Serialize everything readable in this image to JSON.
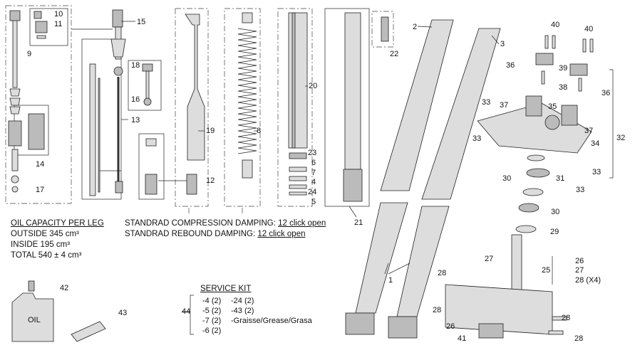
{
  "callouts": [
    "1",
    "2",
    "3",
    "4",
    "5",
    "6",
    "7",
    "8",
    "9",
    "10",
    "11",
    "12",
    "13",
    "14",
    "15",
    "16",
    "17",
    "18",
    "19",
    "20",
    "21",
    "22",
    "23",
    "24",
    "25",
    "26",
    "27",
    "28",
    "29",
    "30",
    "31",
    "32",
    "33",
    "34",
    "35",
    "36",
    "37",
    "38",
    "39",
    "40",
    "41",
    "42",
    "43",
    "44"
  ],
  "oil": {
    "title": "OIL CAPACITY PER LEG",
    "outside": "OUTSIDE 345 cm³",
    "inside": "INSIDE 195 cm³",
    "total": "TOTAL 540 ± 4 cm³"
  },
  "damping": {
    "compression_label": "STANDRAD COMPRESSION DAMPING:",
    "compression_value": "12 click open",
    "rebound_label": "STANDRAD REBOUND DAMPING:",
    "rebound_value": "12 click open"
  },
  "service_kit": {
    "title": "SERVICE KIT",
    "col1": [
      "-4 (2)",
      "-5 (2)",
      "-7 (2)",
      "-6 (2)"
    ],
    "col2": [
      "-24 (2)",
      "-43 (2)",
      "-Graisse/Grease/Grasa"
    ]
  },
  "group25": [
    "26",
    "27",
    "28 (X4)"
  ],
  "oil_bottle_label": "OIL"
}
